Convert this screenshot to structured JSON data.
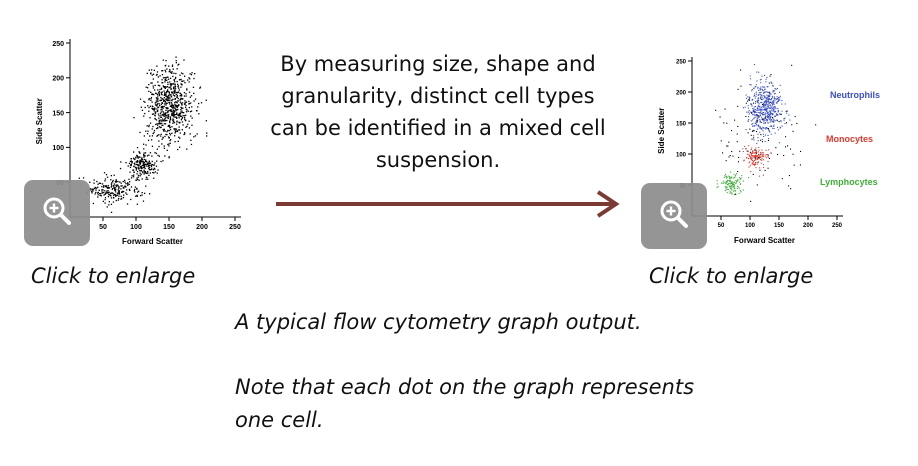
{
  "description": "By measuring size, shape and granularity, distinct cell types can be identified in a mixed cell suspension.",
  "left_figure": {
    "enlarge_caption": "Click to enlarge",
    "zoom_icon": "zoom-in-icon"
  },
  "right_figure": {
    "enlarge_caption": "Click to enlarge",
    "zoom_icon": "zoom-in-icon"
  },
  "note": {
    "line1": "A typical flow cytometry graph output.",
    "line2": "Note that each dot on the graph represents one cell."
  },
  "arrow": {
    "color": "#7b3a34",
    "icon": "right-arrow-icon"
  },
  "chart_data": [
    {
      "type": "scatter",
      "title": "",
      "xlabel": "Forward Scatter",
      "ylabel": "Side Scatter",
      "xlim": [
        0,
        250
      ],
      "ylim": [
        0,
        250
      ],
      "x_ticks": [
        50,
        100,
        150,
        200,
        250
      ],
      "y_ticks": [
        50,
        100,
        150,
        200,
        250
      ],
      "series": [
        {
          "color": "#000000",
          "clusters": [
            {
              "cx": 150,
              "cy": 160,
              "sx": 18,
              "sy": 28,
              "n": 700
            },
            {
              "cx": 110,
              "cy": 75,
              "sx": 12,
              "sy": 10,
              "n": 200
            },
            {
              "cx": 65,
              "cy": 40,
              "sx": 20,
              "sy": 10,
              "n": 220
            }
          ]
        }
      ]
    },
    {
      "type": "scatter",
      "title": "",
      "xlabel": "Forward Scatter",
      "ylabel": "Side Scatter",
      "xlim": [
        0,
        250
      ],
      "ylim": [
        0,
        250
      ],
      "x_ticks": [
        50,
        100,
        150,
        200,
        250
      ],
      "y_ticks": [
        50,
        100,
        150,
        200,
        250
      ],
      "series": [
        {
          "name": "Neutrophils",
          "color": "#3a4fc4",
          "clusters": [
            {
              "cx": 125,
              "cy": 175,
              "sx": 15,
              "sy": 22,
              "n": 520
            }
          ]
        },
        {
          "name": "Monocytes",
          "color": "#e03a2e",
          "clusters": [
            {
              "cx": 108,
              "cy": 95,
              "sx": 10,
              "sy": 9,
              "n": 130
            }
          ]
        },
        {
          "name": "Lymphocytes",
          "color": "#3fae3a",
          "clusters": [
            {
              "cx": 68,
              "cy": 52,
              "sx": 9,
              "sy": 8,
              "n": 130
            }
          ]
        },
        {
          "color": "#000000",
          "clusters": [
            {
              "cx": 120,
              "cy": 130,
              "sx": 35,
              "sy": 40,
              "n": 110
            }
          ]
        }
      ]
    }
  ]
}
